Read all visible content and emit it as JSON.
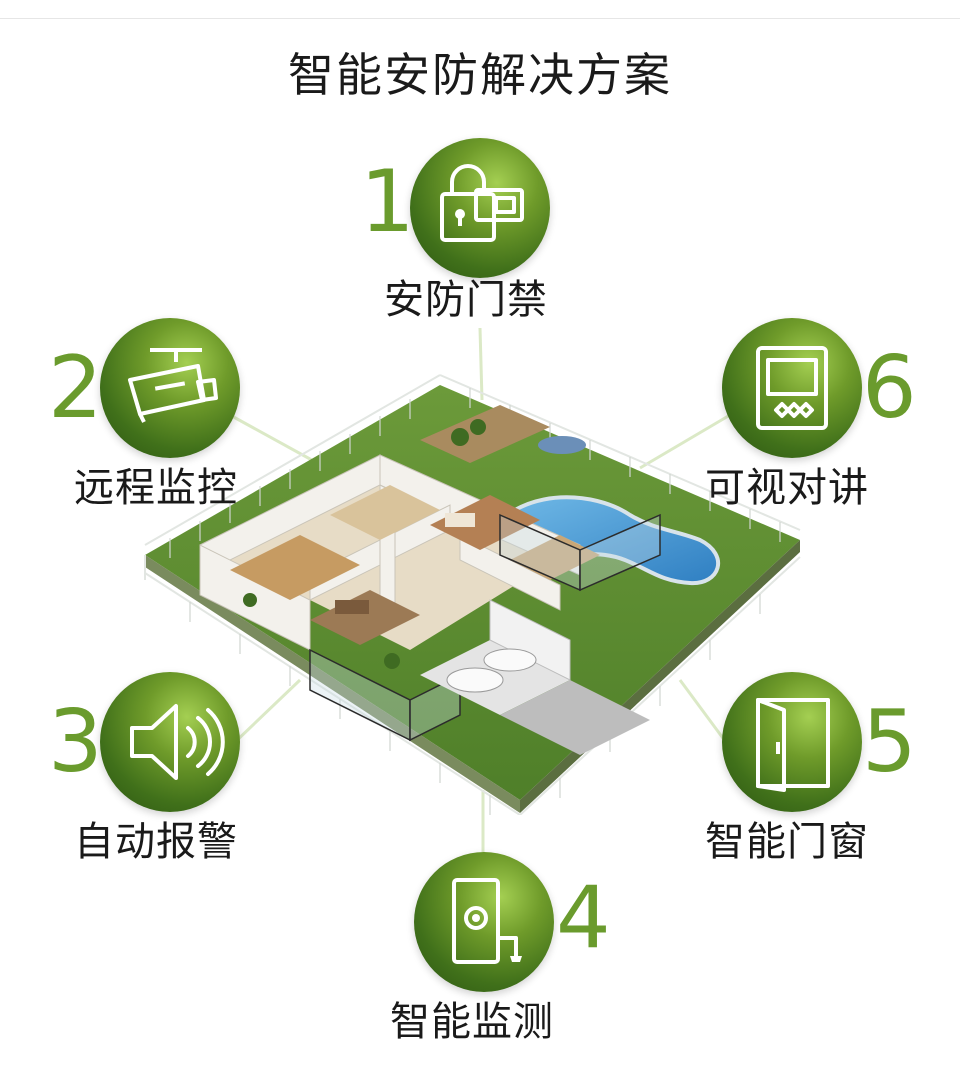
{
  "page": {
    "title": "智能安防解决方案"
  },
  "features": [
    {
      "number": "1",
      "label": "安防门禁",
      "icon": "lock-keycard-icon"
    },
    {
      "number": "2",
      "label": "远程监控",
      "icon": "security-camera-icon"
    },
    {
      "number": "3",
      "label": "自动报警",
      "icon": "speaker-alarm-icon"
    },
    {
      "number": "4",
      "label": "智能监测",
      "icon": "sensor-detector-icon"
    },
    {
      "number": "5",
      "label": "智能门窗",
      "icon": "smart-door-icon"
    },
    {
      "number": "6",
      "label": "可视对讲",
      "icon": "video-intercom-icon"
    }
  ],
  "colors": {
    "accent_green": "#6a9b2d",
    "circle_dark": "#2b5412",
    "circle_light": "#a4cf52",
    "title_text": "#1a1a1a",
    "connector": "#dbe9c6"
  }
}
